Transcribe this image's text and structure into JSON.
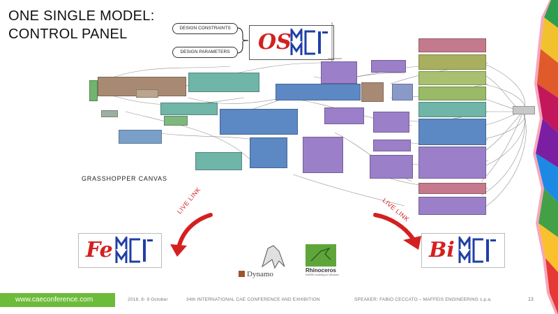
{
  "slide": {
    "title_line1": "ONE SINGLE MODEL:",
    "title_line2": "CONTROL PANEL"
  },
  "inputs": {
    "design_constraints": "DESIGN CONSTRAINTS",
    "design_parameters": "DESIGN PARAMETERS"
  },
  "logos": {
    "os_letters": "OS",
    "fe_letters": "Fe",
    "bi_letters": "Bi",
    "dynamo": "Dynamo",
    "rhino": "Rhinoceros",
    "rhino_tagline": "NURBS modeling for Windows"
  },
  "canvas": {
    "label": "GRASSHOPPER CANVAS"
  },
  "links": {
    "left": "LIVE LINK",
    "right": "LIVE LINK"
  },
  "footer": {
    "url": "www.caeconference.com",
    "date": "2018, 8- 9 October",
    "event": "34th INTERNATIONAL CAE CONFERENCE AND EXHIBITION",
    "speaker": "SPEAKER: FABIO CECCATO – MAFFEIS ENGINEERING s.p.a.",
    "page": "13"
  },
  "colors": {
    "accent_red": "#d42020",
    "footer_green": "#6dbb3a",
    "node_purple": "#9b7fc8",
    "node_teal": "#6fb5a8",
    "node_brown": "#a88a74",
    "node_blue": "#5c88c4",
    "node_pink": "#c47a8c",
    "node_olive": "#a8b060"
  }
}
